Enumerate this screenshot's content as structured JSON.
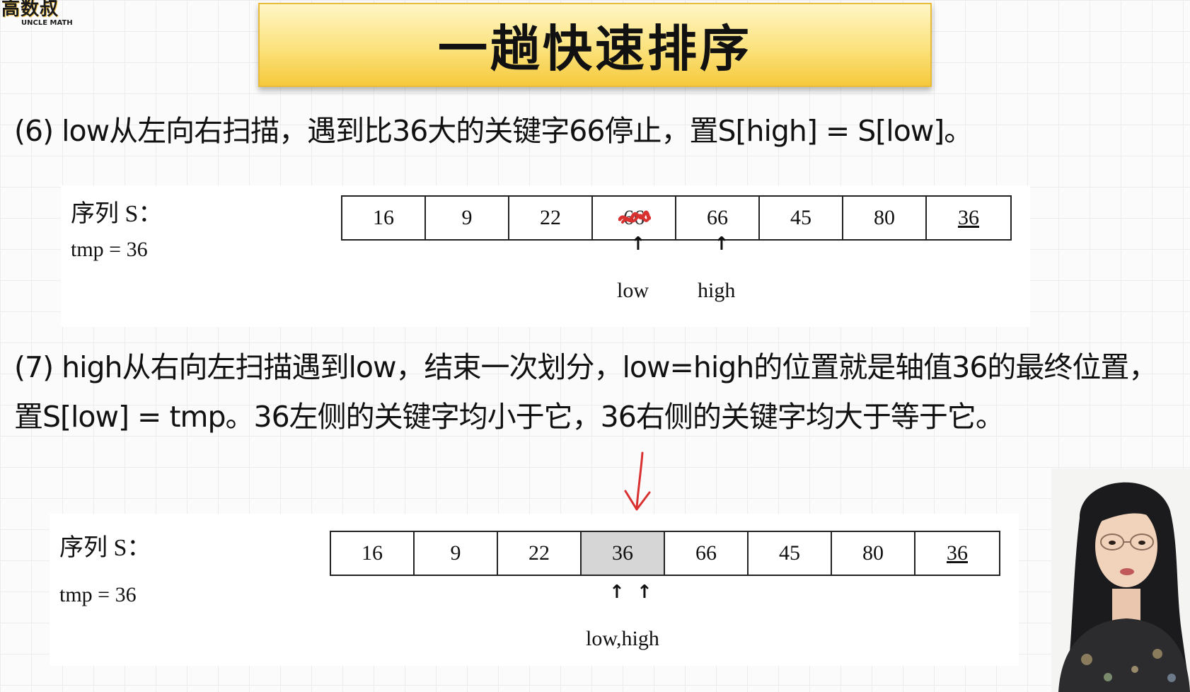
{
  "logo": {
    "text_cn": "高数叔",
    "text_en": "UNCLE MATH"
  },
  "title": "一趟快速排序",
  "step6": {
    "text": "(6) low从左向右扫描，遇到比36大的关键字66停止，置S[high] = S[low]。",
    "sequence_label": "序列 S：",
    "tmp_label": "tmp = 36",
    "cells": [
      "16",
      "9",
      "22",
      "66",
      "66",
      "45",
      "80",
      "36"
    ],
    "low_label": "low",
    "high_label": "high",
    "annotation": "red scribble crossing out the 4th cell value"
  },
  "step7": {
    "text": "(7) high从右向左扫描遇到low，结束一次划分，low=high的位置就是轴值36的最终位置，置S[low] = tmp。36左侧的关键字均小于它，36右侧的关键字均大于等于它。",
    "sequence_label": "序列 S：",
    "tmp_label": "tmp = 36",
    "cells": [
      "16",
      "9",
      "22",
      "36",
      "66",
      "45",
      "80",
      "36"
    ],
    "pointer_label": "low,high",
    "highlight_index": 3
  },
  "colors": {
    "banner_top": "#fff6c6",
    "banner_bottom": "#f5c93c",
    "annotation_red": "#d93030",
    "highlight_cell": "#d6d6d6"
  }
}
